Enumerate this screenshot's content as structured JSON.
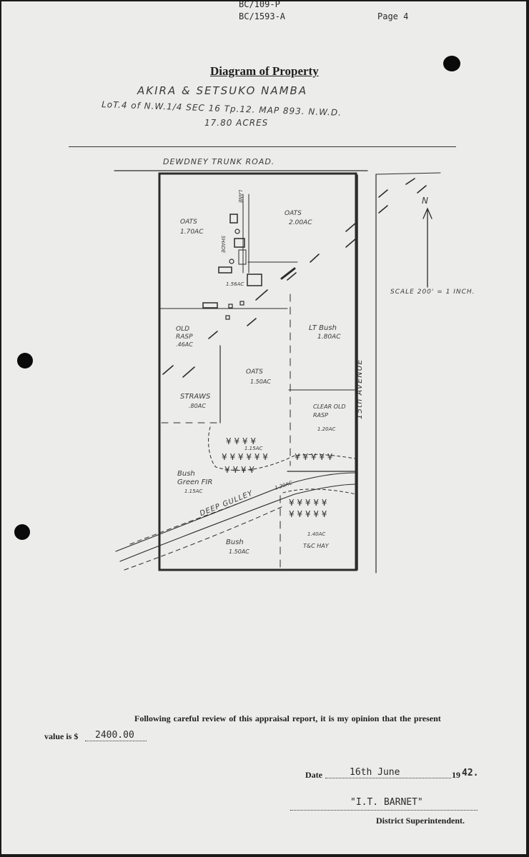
{
  "header": {
    "file_no_1": "BC/109-P",
    "file_no_2": "BC/1593-A",
    "page": "Page 4"
  },
  "title": "Diagram of Property",
  "owner": "AKIRA & SETSUKO NAMBA",
  "lot_desc": "LoT.4 of N.W.1/4 SEC 16 Tp.12. MAP 893. N.W.D.",
  "acres": "17.80 ACRES",
  "map": {
    "road_top": "DEWDNEY TRUNK ROAD.",
    "road_right": "15th AVENUE",
    "north": "N",
    "scale": "SCALE 200' = 1 INCH.",
    "fields": {
      "oats_nw": "OATS",
      "oats_nw_ac": "1.70AC",
      "oats_ne": "OATS",
      "oats_ne_ac": "2.00AC",
      "lane": "LANE",
      "shade": "SHADE",
      "yard_ac": "1.56AC",
      "old_rasp": "OLD RASP",
      "old_rasp_ac": ".46AC",
      "lt_bush": "LT Bush",
      "lt_bush_ac": "1.80AC",
      "oats_mid": "OATS",
      "oats_mid_ac": "1.50AC",
      "straws": "STRAWS",
      "straws_ac": ".80AC",
      "clear_old_rasp": "CLEAR OLD RASP",
      "clear_ac": "1.20AC",
      "trees_ac": "1.15AC",
      "bush_fir": "Bush Green FIR",
      "bush_fir_ac": "1.15AC",
      "gully": "DEEP GULLEY",
      "gully_ac": "1.20AC",
      "bush_s": "Bush",
      "bush_s_ac": "1.50AC",
      "hay_ac": "1.40AC",
      "hay": "T&C HAY"
    }
  },
  "statement_1": "Following careful review of this appraisal report, it is my opinion that the present",
  "value_prefix": "value is $",
  "value": "2400.00",
  "date_label": "Date",
  "date_value": "16th June",
  "year_prefix": "19",
  "year_suffix": "42.",
  "signature": "\"I.T. BARNET\"",
  "sign_title": "District Superintendent."
}
